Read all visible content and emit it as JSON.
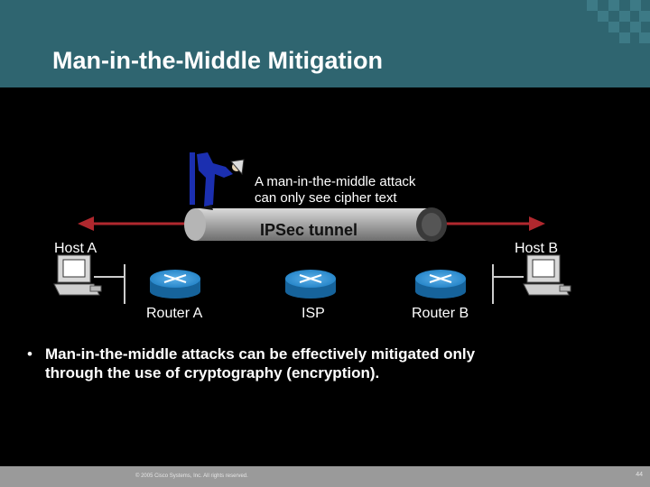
{
  "title": "Man-in-the-Middle Mitigation",
  "diagram": {
    "attacker_caption_line1": "A man-in-the-middle attack",
    "attacker_caption_line2": "can only see cipher text",
    "tunnel_label": "IPSec tunnel",
    "host_a": "Host A",
    "host_b": "Host B",
    "router_a": "Router A",
    "isp": "ISP",
    "router_b": "Router B",
    "icons": [
      "attacker-figure-icon",
      "computer-icon",
      "router-icon"
    ]
  },
  "bullet": {
    "marker": "•",
    "text": "Man-in-the-middle attacks can be effectively mitigated only through the use of cryptography (encryption)."
  },
  "footer": {
    "copyright": "© 2005 Cisco Systems, Inc. All rights reserved.",
    "page_number": "44"
  },
  "colors": {
    "header_bg": "#2f6570",
    "arrow": "#b0282e",
    "tunnel": "#9e9e9e",
    "router": "#1e7fc4",
    "footer_bg": "#9a9a9a"
  }
}
